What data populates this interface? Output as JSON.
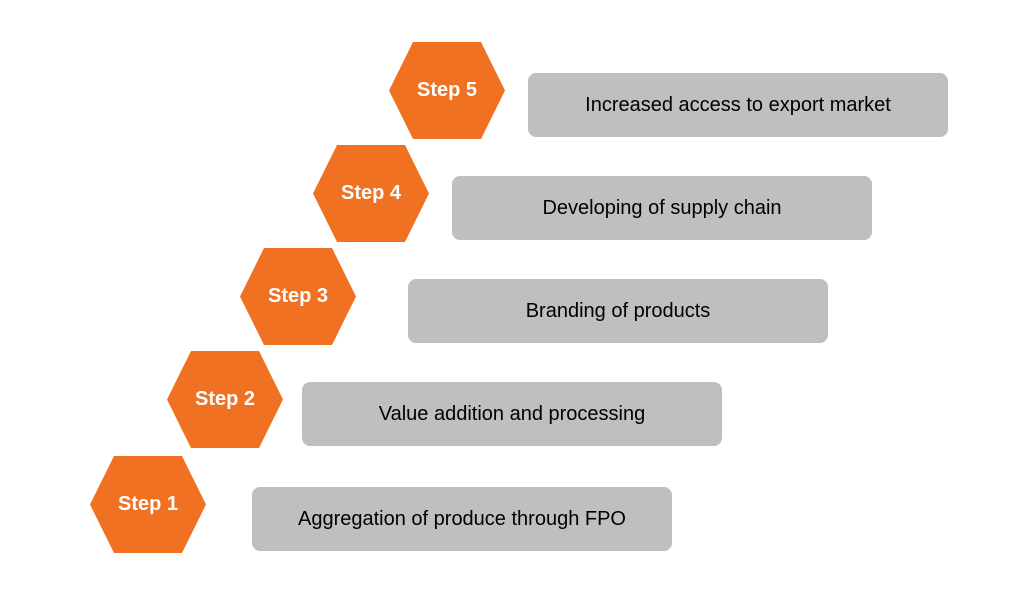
{
  "colors": {
    "hexagon_fill": "#f07122",
    "box_fill": "#bfbfbf",
    "hexagon_text": "#ffffff",
    "box_text": "#000000"
  },
  "steps": [
    {
      "label": "Step 1",
      "description": "Aggregation of produce through FPO"
    },
    {
      "label": "Step 2",
      "description": "Value addition and processing"
    },
    {
      "label": "Step 3",
      "description": "Branding of products"
    },
    {
      "label": "Step 4",
      "description": "Developing of supply chain"
    },
    {
      "label": "Step 5",
      "description": "Increased access to export market"
    }
  ]
}
